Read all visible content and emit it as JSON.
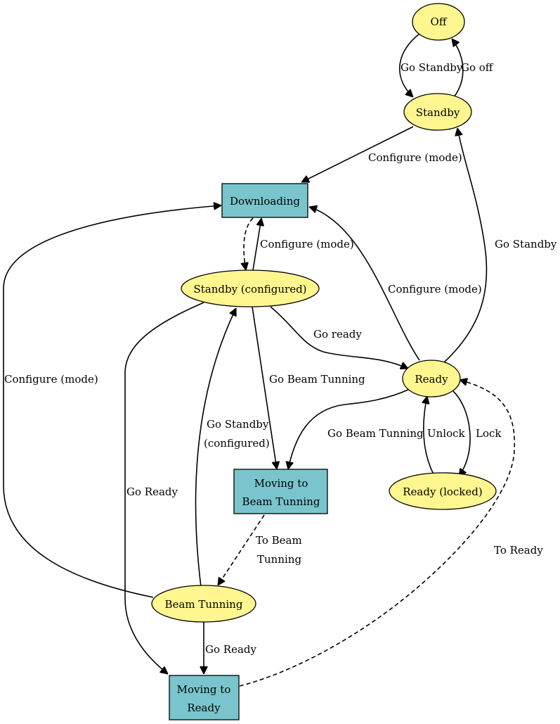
{
  "colors": {
    "state_fill": "#fff68f",
    "process_fill": "#7ac5cd",
    "stroke": "#000000"
  },
  "nodes": {
    "off": {
      "label": "Off",
      "shape": "ellipse"
    },
    "standby": {
      "label": "Standby",
      "shape": "ellipse"
    },
    "downloading": {
      "label": "Downloading",
      "shape": "box"
    },
    "standby_configured": {
      "label": "Standby (configured)",
      "shape": "ellipse"
    },
    "ready": {
      "label": "Ready",
      "shape": "ellipse"
    },
    "ready_locked": {
      "label": "Ready (locked)",
      "shape": "ellipse"
    },
    "moving_beam": {
      "label_line1": "Moving to",
      "label_line2": "Beam Tunning",
      "shape": "box"
    },
    "beam_tunning": {
      "label": "Beam Tunning",
      "shape": "ellipse"
    },
    "moving_ready": {
      "label_line1": "Moving to",
      "label_line2": "Ready",
      "shape": "box"
    }
  },
  "edges": {
    "off_to_standby": {
      "label": "Go Standby",
      "style": "solid"
    },
    "standby_to_off": {
      "label": "Go off",
      "style": "solid"
    },
    "standby_to_downloading": {
      "label": "Configure (mode)",
      "style": "solid"
    },
    "downloading_to_standby_configured": {
      "label": "",
      "style": "dashed"
    },
    "standby_configured_to_downloading": {
      "label": "Configure (mode)",
      "style": "solid"
    },
    "ready_to_downloading": {
      "label": "Configure (mode)",
      "style": "solid"
    },
    "ready_to_standby": {
      "label": "Go Standby",
      "style": "solid"
    },
    "beam_tunning_to_downloading": {
      "label": "Configure (mode)",
      "style": "solid"
    },
    "standby_configured_to_ready": {
      "label": "Go ready",
      "style": "solid"
    },
    "standby_configured_to_moving_beam": {
      "label": "Go Beam Tunning",
      "style": "solid"
    },
    "standby_configured_to_moving_ready": {
      "label": "Go Ready",
      "style": "solid"
    },
    "ready_to_moving_beam": {
      "label": "Go Beam Tunning",
      "style": "solid"
    },
    "ready_locked_to_ready": {
      "label": "Unlock",
      "style": "solid"
    },
    "ready_to_ready_locked": {
      "label": "Lock",
      "style": "solid"
    },
    "beam_tunning_to_standby_configured": {
      "label_line1": "Go Standby",
      "label_line2": "(configured)",
      "style": "solid"
    },
    "moving_beam_to_beam_tunning": {
      "label_line1": "To Beam",
      "label_line2": "Tunning",
      "style": "dashed"
    },
    "beam_tunning_to_moving_ready": {
      "label": "Go Ready",
      "style": "solid"
    },
    "moving_ready_to_ready": {
      "label": "To Ready",
      "style": "dashed"
    }
  }
}
